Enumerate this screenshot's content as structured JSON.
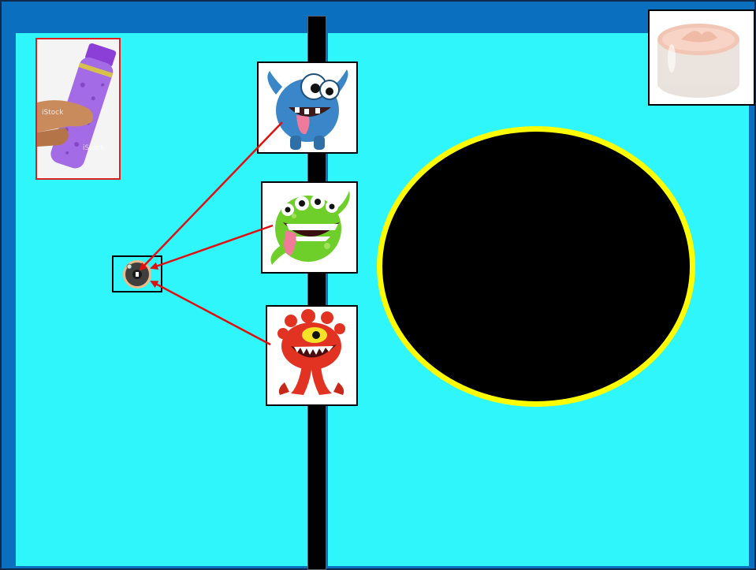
{
  "scene": {
    "background_color": "#2ef6fb",
    "frame_color": "#0a6fbf",
    "divider_color": "#000000",
    "portal": {
      "fill": "#000000",
      "ring": "#ffff00"
    },
    "arrow_color": "#e01010"
  },
  "images": {
    "bottle": {
      "name": "purple-shampoo-bottle-in-hand",
      "watermark": "iStock"
    },
    "cream": {
      "name": "face-cream-jar"
    },
    "monsters": [
      {
        "name": "blue-monster",
        "color": "#3b86c8"
      },
      {
        "name": "green-monster",
        "color": "#6fcf2a"
      },
      {
        "name": "red-monster",
        "color": "#e23322"
      }
    ],
    "cell": {
      "name": "germ-cell"
    }
  }
}
